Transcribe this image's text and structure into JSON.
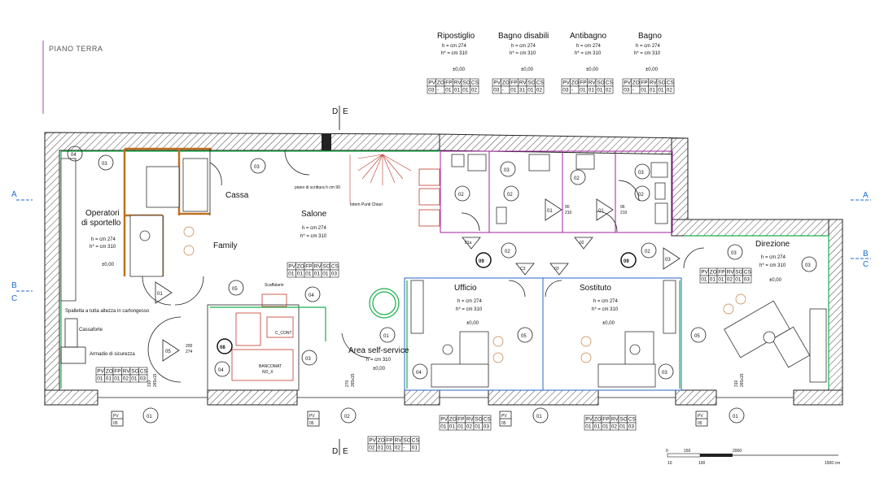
{
  "title": "PIANO TERRA",
  "sections": {
    "a": "A",
    "b": "B",
    "c": "C",
    "d": "D",
    "e": "E"
  },
  "height_labels": {
    "h": "h = cm 274",
    "hs": "h* = cm 310",
    "h310": "h = cm 310",
    "level": "±0,00"
  },
  "table_headers": [
    "PV",
    "ZO",
    "FP",
    "RV",
    "SO",
    "CS"
  ],
  "rooms": {
    "operatori_1": "Operatori",
    "operatori_2": "di sportello",
    "cassa": "Cassa",
    "family": "Family",
    "salone": "Salone",
    "ripostiglio": "Ripostiglio",
    "bagno_disabili": "Bagno disabili",
    "antibagno": "Antibagno",
    "bagno": "Bagno",
    "direzione": "Direzione",
    "ufficio": "Ufficio",
    "sostituto": "Sostituto",
    "area_self": "Area self-service"
  },
  "tables": {
    "ripostiglio": [
      "03",
      "-",
      "01",
      "01",
      "01",
      "02"
    ],
    "bagno_disabili": [
      "03",
      "-",
      "01",
      "31",
      "01",
      "02"
    ],
    "antibagno": [
      "03",
      "-",
      "01",
      "01",
      "01",
      "02"
    ],
    "bagno": [
      "03",
      "-",
      "01",
      "01",
      "01",
      "02"
    ],
    "salone": [
      "01",
      "01",
      "01",
      "01",
      "01",
      "03"
    ],
    "direzione": [
      "01",
      "01",
      "01",
      "02",
      "01",
      "03"
    ],
    "operatori": [
      "01",
      "01",
      "01",
      "02",
      "01",
      "03"
    ],
    "bottom_center": [
      "02",
      "01",
      "01",
      "02",
      "-",
      "01"
    ],
    "bottom_ufficio": [
      "01",
      "01",
      "01",
      "02",
      "01",
      "03"
    ],
    "bottom_sostituto": [
      "01",
      "01",
      "01",
      "02",
      "01",
      "03"
    ]
  },
  "notes": {
    "piano": "piano di scrittura h cm 90",
    "totem": "totem Punti Chiari",
    "spalletta": "Spalletta a tutta altezza in cartongesso",
    "cassaforte": "Cassaforte",
    "armadio": "Armadio di sicurezza",
    "escavatorio": "Scaffalario",
    "bancomat": "BANCOMAT",
    "bancomat2": "NO_X",
    "cont": "C_CONT"
  },
  "markers": {
    "m01": "01",
    "m02": "02",
    "m03": "03",
    "m04": "04",
    "m05": "05",
    "m08": "08",
    "m09": "09",
    "c3": "C3",
    "c1": "01a",
    "d2": "02"
  },
  "dims": {
    "door1": "200",
    "door1b": "274",
    "door2": "90",
    "door2b": "210",
    "door3": "96",
    "door3b": "210",
    "w1": "310",
    "w2": "265x15",
    "w3": "270",
    "w4": "310",
    "w5": "265x15"
  },
  "pv": {
    "label": "PV",
    "val": "05"
  },
  "scale": {
    "a": "0",
    "b": "150",
    "c": "2000",
    "d": "10",
    "e": "100",
    "f": "1500 cm"
  }
}
